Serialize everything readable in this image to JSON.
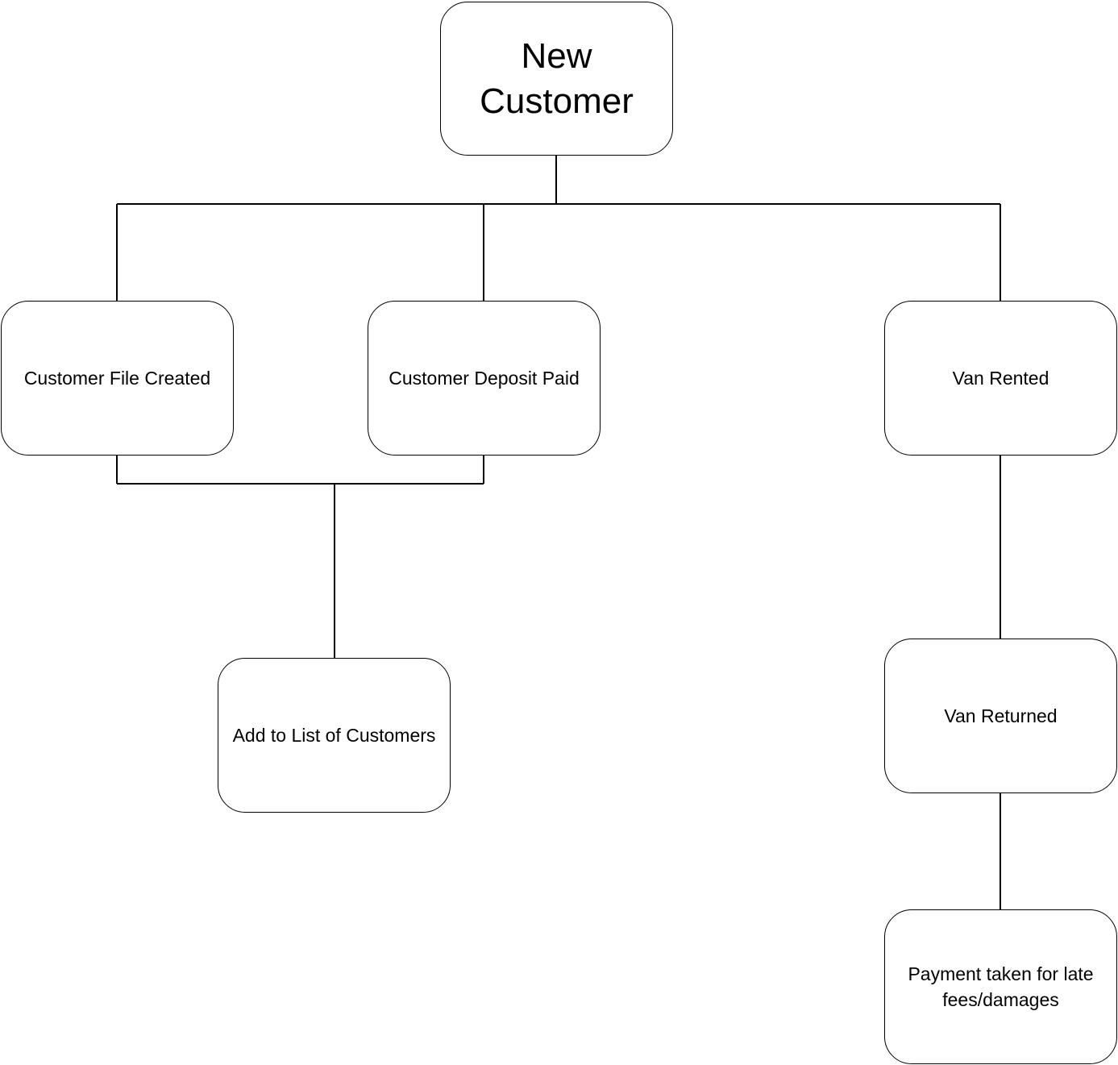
{
  "diagram": {
    "nodes": {
      "new_customer": "New Customer",
      "file_created": "Customer File Created",
      "deposit_paid": "Customer Deposit Paid",
      "van_rented": "Van Rented",
      "add_to_list": "Add to List of Customers",
      "van_returned": "Van Returned",
      "payment": "Payment taken for late fees/damages"
    },
    "edges": [
      {
        "from": "New Customer",
        "to": "Customer File Created"
      },
      {
        "from": "New Customer",
        "to": "Customer Deposit Paid"
      },
      {
        "from": "New Customer",
        "to": "Van Rented"
      },
      {
        "from": "Customer File Created",
        "to": "Add to List of Customers"
      },
      {
        "from": "Customer Deposit Paid",
        "to": "Add to List of Customers"
      },
      {
        "from": "Van Rented",
        "to": "Van Returned"
      },
      {
        "from": "Van Returned",
        "to": "Payment taken for late fees/damages"
      }
    ]
  }
}
